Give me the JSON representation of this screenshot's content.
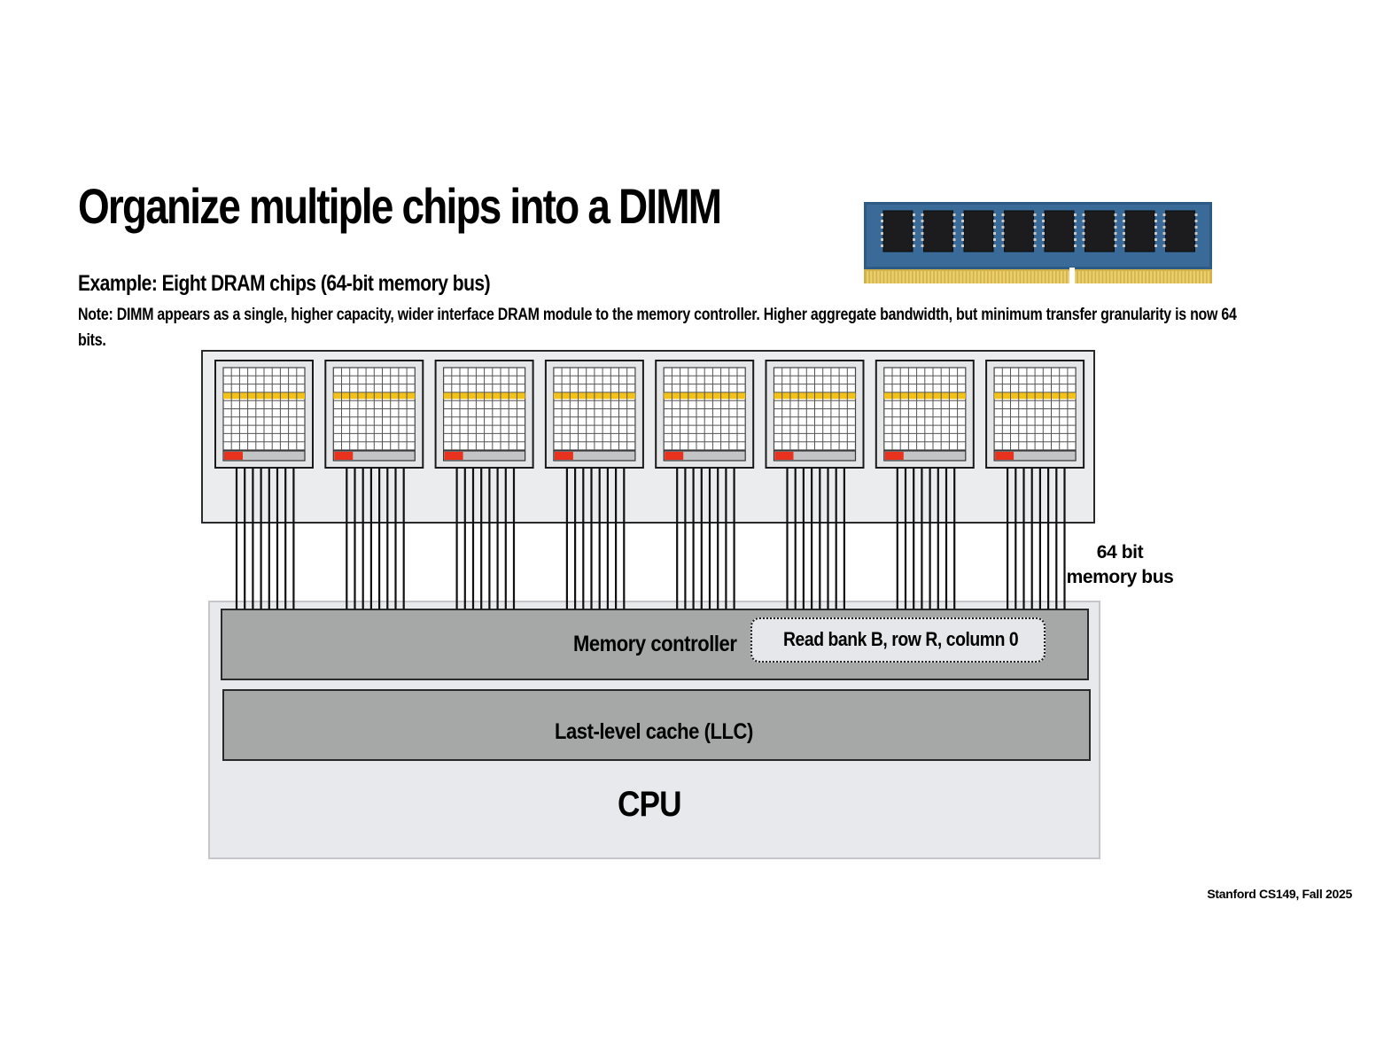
{
  "slide": {
    "title": "Organize multiple chips into a DIMM",
    "subtitle": "Example: Eight DRAM chips (64-bit memory bus)",
    "note": "Note: DIMM appears as a single, higher capacity, wider interface DRAM module to the memory controller.  Higher aggregate bandwidth, but minimum transfer granularity is now 64 bits.",
    "footer": "Stanford CS149, Fall 2025"
  },
  "diagram": {
    "chip_count": 8,
    "wires_per_chip": 8,
    "bus_label": "64 bit\nmemory bus",
    "memory_controller_label": "Memory controller",
    "command_label": "Read bank B, row R, column 0",
    "llc_label": "Last-level cache (LLC)",
    "cpu_label": "CPU"
  },
  "colors": {
    "row_buffer_highlight": "#f2c21a",
    "column_select": "#e8321e",
    "pcb_blue": "#2e5a86",
    "gold_contacts": "#d4b24a"
  }
}
